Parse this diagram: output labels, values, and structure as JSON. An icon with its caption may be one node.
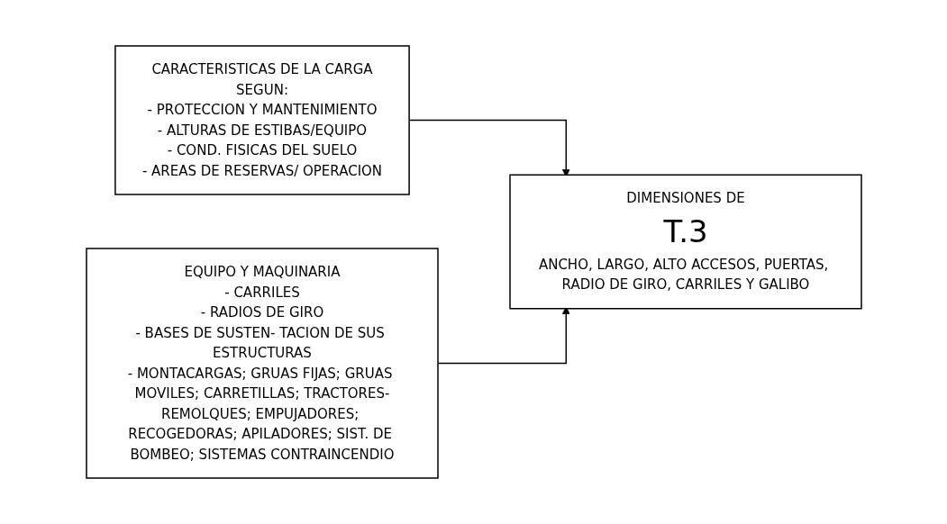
{
  "diagram": {
    "nodes": [
      {
        "text": [
          "CARACTERISTICAS DE LA CARGA",
          "SEGUN:",
          "- PROTECCION Y MANTENIMIENTO",
          "- ALTURAS DE ESTIBAS/EQUIPO",
          "- COND. FISICAS DEL SUELO",
          "- AREAS DE RESERVAS/ OPERACION"
        ]
      },
      {
        "text": [
          "EQUIPO Y MAQUINARIA",
          "- CARRILES",
          "- RADIOS DE GIRO",
          "- BASES DE SUSTEN- TACION DE SUS ESTRUCTURAS",
          "- MONTACARGAS; GRUAS FIJAS; GRUAS MOVILES; CARRETILLAS; TRACTORES-REMOLQUES; EMPUJADORES; RECOGEDORAS; APILADORES; SIST. DE BOMBEO; SISTEMAS CONTRAINCENDIO"
        ]
      },
      {
        "text": [
          "DIMENSIONES DE",
          "T.3",
          "ANCHO, LARGO, ALTO ACCESOS, PUERTAS, RADIO DE GIRO, CARRILES Y GALIBO"
        ]
      }
    ],
    "edges": [
      {
        "from": 0,
        "to": 2,
        "arrow": "to"
      },
      {
        "from": 1,
        "to": 2,
        "arrow": "to"
      }
    ]
  }
}
